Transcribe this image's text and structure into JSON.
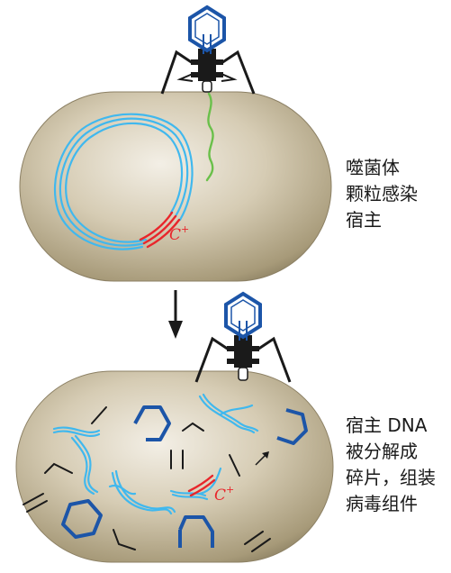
{
  "top_panel": {
    "caption_lines": [
      "噬菌体",
      "颗粒感染",
      "宿主"
    ],
    "gene_label": "C",
    "gene_label_sup": "+"
  },
  "bottom_panel": {
    "caption_lines": [
      "宿主 DNA",
      "被分解成",
      "碎片，组装",
      "病毒组件"
    ],
    "gene_label": "C",
    "gene_label_sup": "+"
  },
  "colors": {
    "cell_fill": "#cbbd9c",
    "phage_head_outer": "#1c55a8",
    "phage_head_inner": "#ffffff",
    "phage_legs": "#1a1a1a",
    "host_dna": "#40b8ee",
    "gene_c": "#e8262b",
    "phage_dna": "#6ac04a",
    "capsid_parts": "#1c55a8",
    "fragments": "#1a1a1a",
    "arrow": "#1a1a1a"
  }
}
